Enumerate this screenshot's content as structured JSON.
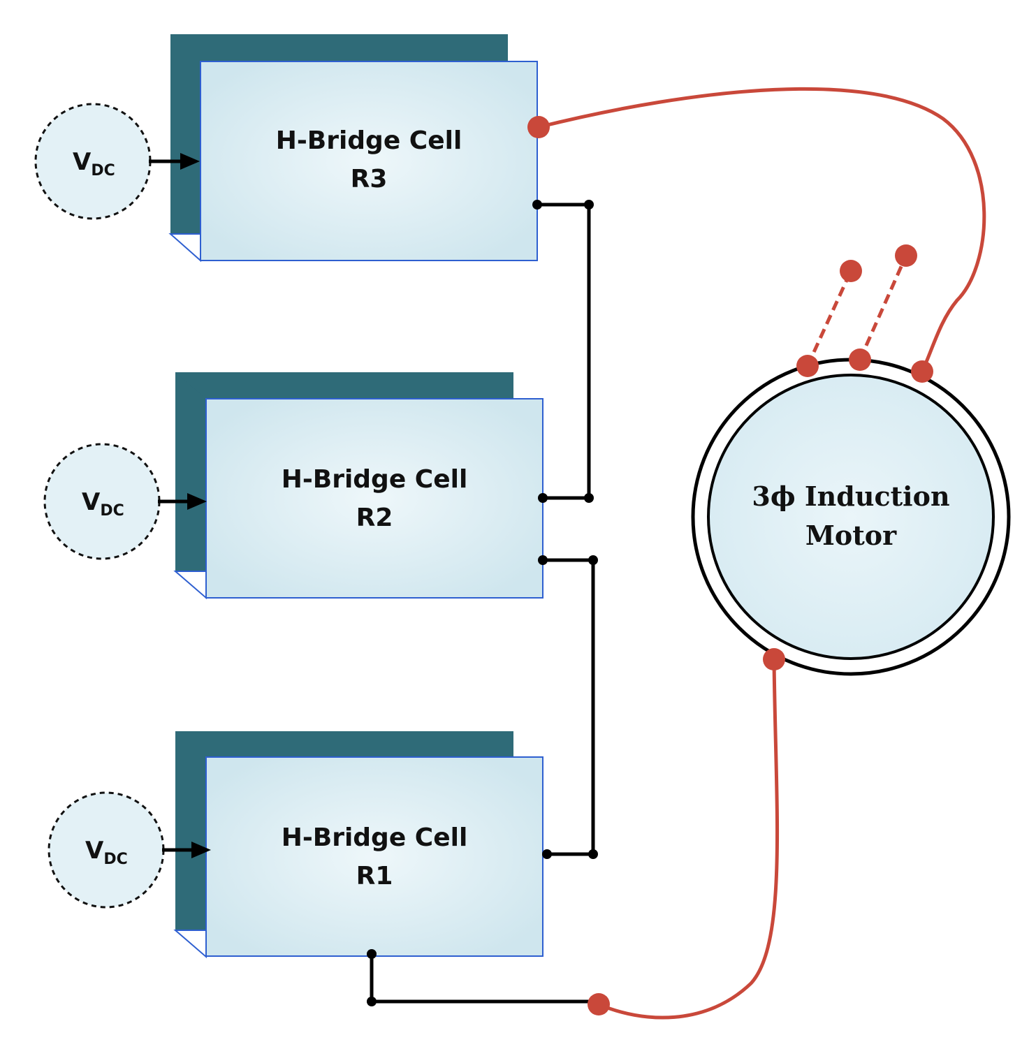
{
  "diagram": {
    "cells": [
      {
        "id": "r3",
        "line1": "H-Bridge Cell",
        "line2": "R3"
      },
      {
        "id": "r2",
        "line1": "H-Bridge Cell",
        "line2": "R2"
      },
      {
        "id": "r1",
        "line1": "H-Bridge Cell",
        "line2": "R1"
      }
    ],
    "sources": [
      {
        "id": "vdc3",
        "main": "V",
        "sub": "DC"
      },
      {
        "id": "vdc2",
        "main": "V",
        "sub": "DC"
      },
      {
        "id": "vdc1",
        "main": "V",
        "sub": "DC"
      }
    ],
    "motor": {
      "line1": "3ϕ Induction",
      "line2": "Motor"
    },
    "colors": {
      "cell_fill": "#d8ecf3",
      "cell_shadow": "#2f6b78",
      "cell_border": "#2e5fd0",
      "wire_black": "#000000",
      "wire_red": "#c9483a",
      "source_fill": "#e3f1f6"
    }
  }
}
